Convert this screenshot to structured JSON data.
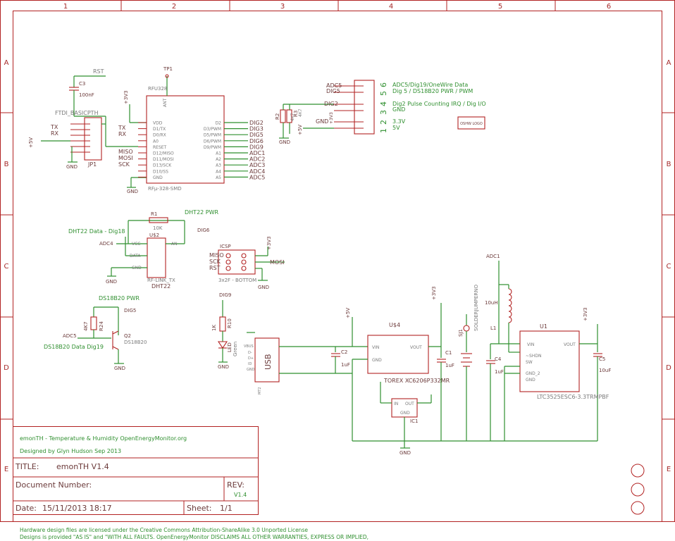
{
  "frame": {
    "col_labels": [
      "1",
      "2",
      "3",
      "4",
      "5",
      "6"
    ],
    "row_labels": [
      "A",
      "B",
      "C",
      "D",
      "E"
    ]
  },
  "title_block": {
    "project_line": "emonTH - Temperature & Humidity  OpenEnergyMonitor.org",
    "designer_line": "Designed by Glyn Hudson    Sep 2013",
    "title_label": "TITLE:",
    "title_value": "emonTH V1.4",
    "document_label": "Document Number:",
    "rev_label": "REV:",
    "rev_value": "V1.4",
    "date_label": "Date:",
    "date_value": "15/11/2013 18:17",
    "sheet_label": "Sheet:",
    "sheet_value": "1/1"
  },
  "license": {
    "line1": "Hardware design files are licensed under the Creative Commons Attribution-ShareAlike 3.0 Unported License",
    "line2": "Designs is provided \"AS IS\" and \"WITH ALL FAULTS. OpenEnergyMonitor DISCLAIMS ALL OTHER WARRANTIES, EXPRESS OR IMPLIED,"
  },
  "ftdi": {
    "name": "FTDI_BASICPTH",
    "part_ref": "JP1",
    "tx": "TX",
    "rx": "RX",
    "gnd": "GND",
    "plus5v": "+5V"
  },
  "cap_c3": {
    "ref": "C3",
    "value": "100nF",
    "net": "RST"
  },
  "rfm": {
    "name": "RFμ-328-SMD",
    "part_ref": "RFU328",
    "tp": "TP1",
    "supply": "+3V3",
    "left_pins": [
      "VDD",
      "D1/TX",
      "D0/RX",
      "A0",
      "RESET",
      "D12/MISO",
      "D11/MOSI",
      "D13/SCK",
      "D10/SS",
      "GND"
    ],
    "ant": "ANT",
    "right_pins": [
      "D2",
      "D3/PWM",
      "D5/PWM",
      "D6/PWM",
      "D9/PWM",
      "A1",
      "A2",
      "A3",
      "A4",
      "A5"
    ],
    "right_nets": [
      "DIG2",
      "DIG3",
      "DIG5",
      "DIG6",
      "DIG9",
      "ADC1",
      "ADC2",
      "ADC3",
      "ADC4",
      "ADC5"
    ],
    "left_nets": [
      "TX",
      "RX",
      "MISO",
      "MOSI",
      "SCK"
    ],
    "gnd": "GND"
  },
  "header_block": {
    "nets": [
      "ADC5",
      "DIG5",
      "DIG2",
      "GND",
      "+3V3",
      "+5V"
    ],
    "numbers": [
      "6",
      "5",
      "4",
      "3",
      "2",
      "1"
    ],
    "r2": "R2",
    "r3": "R3",
    "r2_value": "4K7",
    "r3_value": "4K7",
    "gnd": "GND",
    "desc": [
      "ADC5/Dig19/OneWire Data",
      "Dig 5 / DS18B20 PWR / PWM",
      "Dig2 Pulse Counting IRQ / Dig I/O",
      "GND",
      "3.3V",
      "5V"
    ],
    "logo_text": "OSHW LOGO"
  },
  "dht22": {
    "r1": "R1",
    "r1_value": "10K",
    "pwr_label": "DHT22 PWR",
    "data_label": "DHT22 Data - Dig18",
    "dig6": "DIG6",
    "adc4": "ADC4",
    "ref": "U$2",
    "pins": [
      "VCC",
      "DATA",
      "GND"
    ],
    "an": "AN",
    "name1": "RF-LINK_TX",
    "name2": "DHT22",
    "gnd": "GND"
  },
  "icsp": {
    "label": "ICSP",
    "nets": [
      "MISO",
      "SCK",
      "RST"
    ],
    "mosi": "MOSI",
    "supply": "+3V3",
    "name": "3x2F - BOTTOM",
    "gnd": "GND"
  },
  "ds18b20": {
    "pwr_label": "DS18B20 PWR",
    "dig5": "DIG5",
    "r_value": "4K7",
    "r_ref": "R24",
    "adc5": "ADC5",
    "q_ref": "Q2",
    "q_name": "DS18B20",
    "data_label": "DS18B20 Data Dig19",
    "gnd": "GND"
  },
  "led": {
    "dig9": "DIG9",
    "r_value": "1K",
    "r_ref": "R10",
    "led_ref": "LED",
    "led_color": "Green",
    "gnd": "GND"
  },
  "usb": {
    "label": "USB",
    "pins": [
      "VBUS",
      "D-",
      "D+",
      "ID",
      "GND"
    ],
    "mt": "MT2"
  },
  "regulator": {
    "supply5v": "+5V",
    "c2": "C2",
    "c2_value": "1uF",
    "ref": "U$4",
    "vin": "VIN",
    "vout": "VOUT",
    "gnd_pin": "GND",
    "name": "TOREX XC6206P332MR",
    "supply3v3": "+3V3",
    "c1": "C1",
    "c1_value": "1uF",
    "ic1": "IC1",
    "ic1_in": "IN",
    "ic1_out": "OUT",
    "ic1_gnd": "GND",
    "gnd": "GND"
  },
  "solder_jumper": {
    "ref": "SJ1",
    "name": "SOLDERJUMPERNO"
  },
  "boost": {
    "adc1": "ADC1",
    "l_value": "10uH",
    "l_ref": "L1",
    "c4": "C4",
    "c4_value": "1uF",
    "ref": "U1",
    "pins_left": [
      "VIN",
      "~SHDN",
      "SW",
      "GND_2",
      "GND"
    ],
    "vout": "VOUT",
    "name": "LTC3525ESC6-3.3TRMPBF",
    "supply": "+3V3",
    "c5": "C5",
    "c5_value": "10uF"
  }
}
